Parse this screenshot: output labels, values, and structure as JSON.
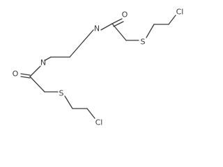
{
  "molecule": {
    "atoms": {
      "o1": "O",
      "o2": "O",
      "n1": "N",
      "n2": "N",
      "s1": "S",
      "s2": "S",
      "cl1": "Cl",
      "cl2": "Cl"
    },
    "colors": {
      "bond": "#3a3a3a",
      "label": "#3a3a3a",
      "background": "#ffffff"
    }
  }
}
